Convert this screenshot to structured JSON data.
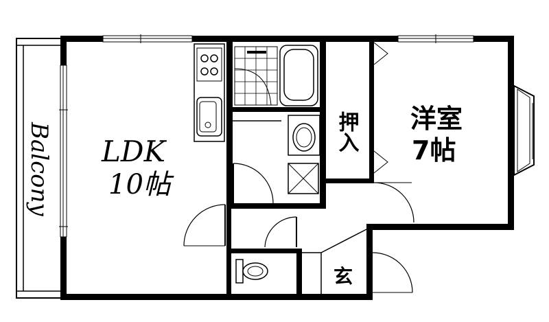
{
  "floorplan": {
    "rooms": {
      "ldk_name": "LDK",
      "ldk_size": "10帖",
      "western_name": "洋室",
      "western_size": "7帖",
      "closet": "押入",
      "entrance": "玄",
      "balcony": "Balcony"
    }
  }
}
